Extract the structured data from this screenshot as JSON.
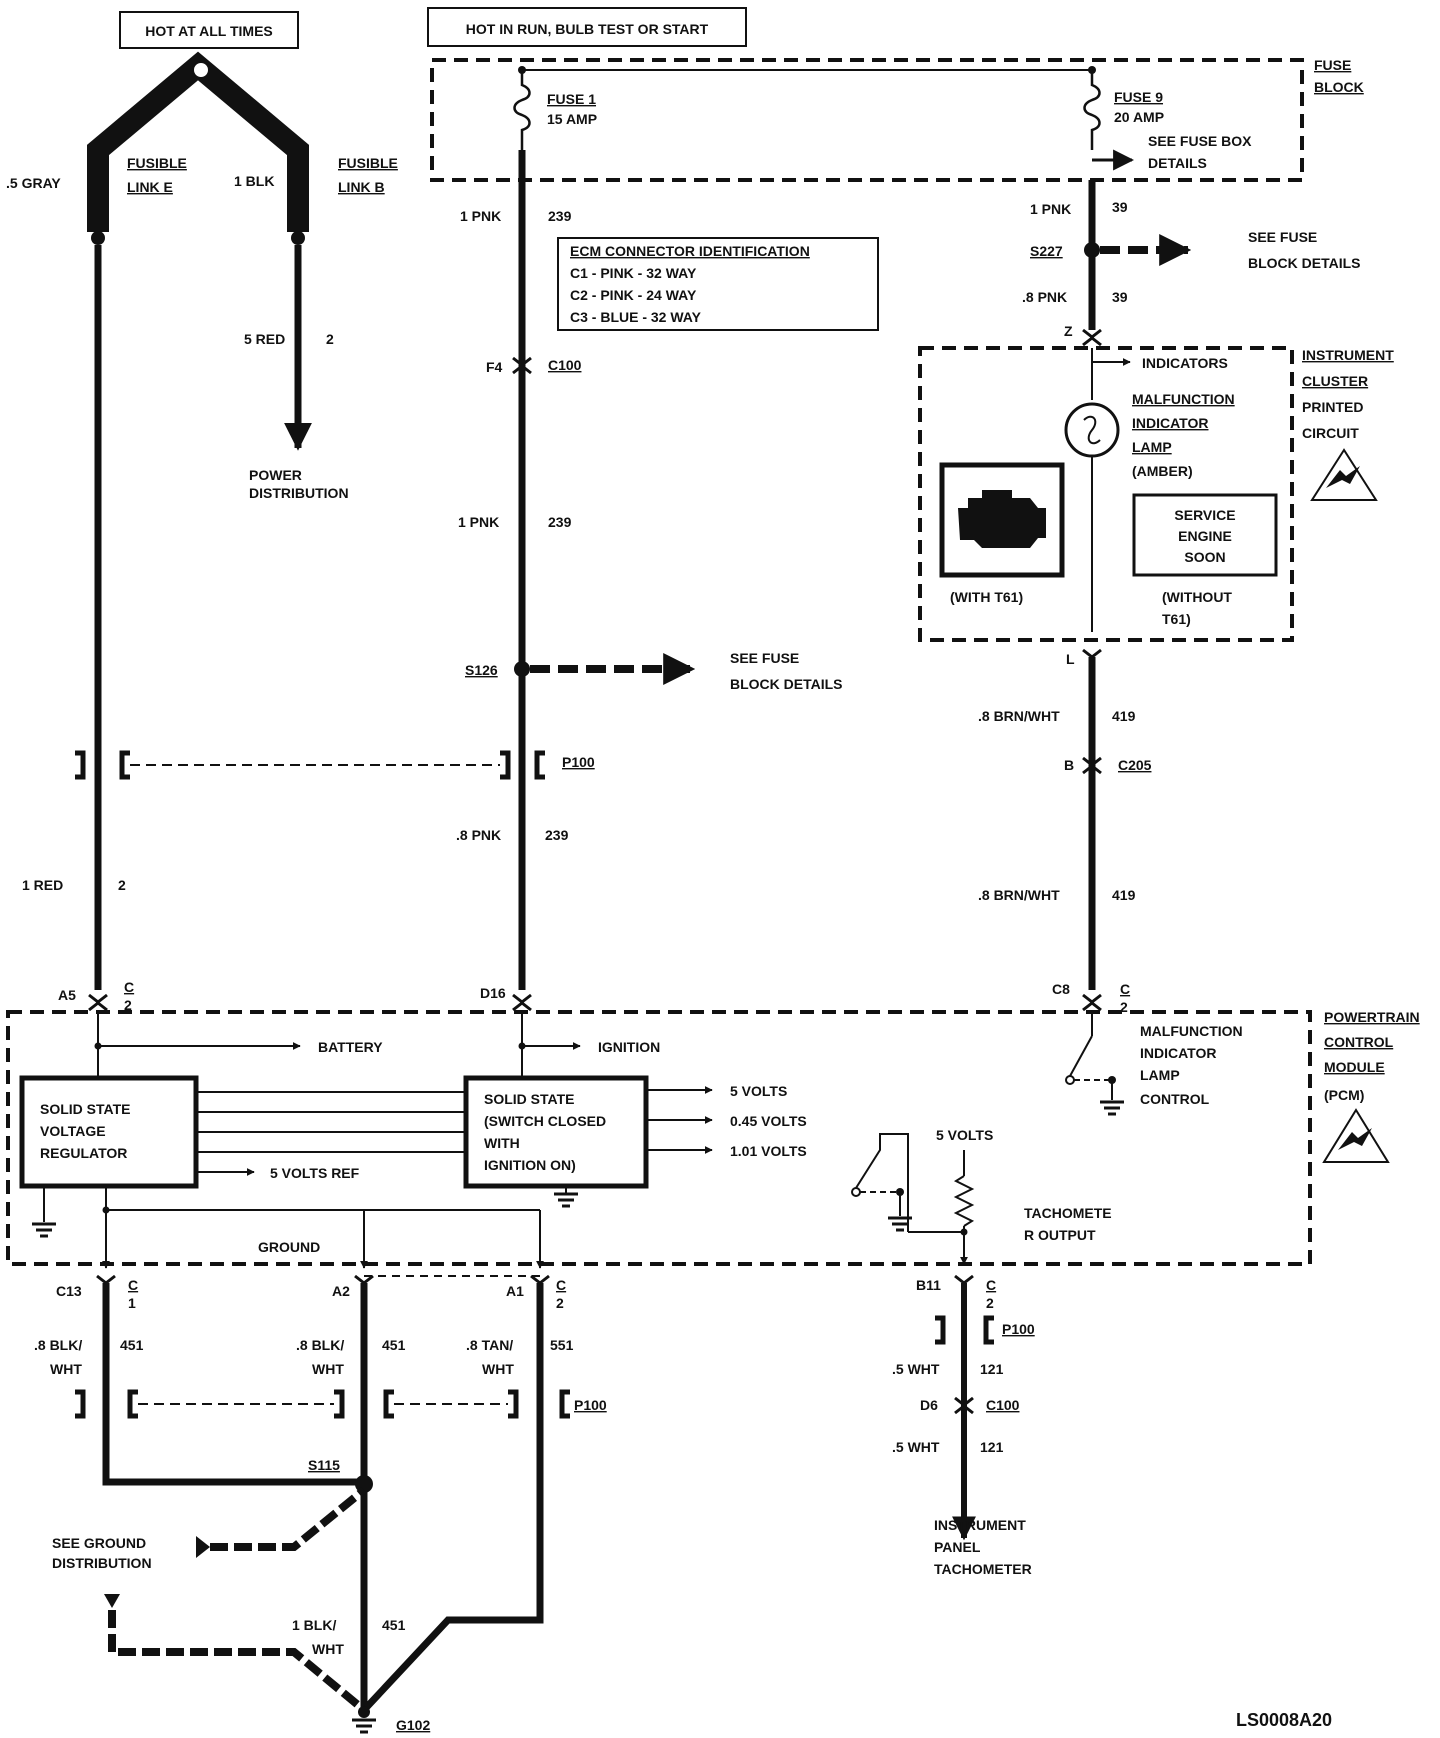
{
  "headers": {
    "hot_always": "HOT AT ALL TIMES",
    "hot_run": "HOT IN RUN, BULB TEST OR START"
  },
  "fuse_block": {
    "label1": "FUSE",
    "label2": "BLOCK",
    "fuse1_name": "FUSE 1",
    "fuse1_amp": "15 AMP",
    "fuse9_name": "FUSE 9",
    "fuse9_amp": "20 AMP",
    "details1": "SEE FUSE BOX",
    "details2": "DETAILS"
  },
  "fusible": {
    "e_wire": ".5 GRAY",
    "e_name1": "FUSIBLE",
    "e_name2": "LINK E",
    "b_wire": "1 BLK",
    "b_name1": "FUSIBLE",
    "b_name2": "LINK B"
  },
  "power": {
    "wire": "5 RED",
    "circuit": "2",
    "dest1": "POWER",
    "dest2": "DISTRIBUTION"
  },
  "ecm_box": {
    "title": "ECM CONNECTOR IDENTIFICATION",
    "c1": "C1 - PINK - 32 WAY",
    "c2": "C2 - PINK - 24 WAY",
    "c3": "C3 - BLUE - 32 WAY"
  },
  "wire_labels": {
    "w_1pnk_a": "1 PNK",
    "c_239_a": "239",
    "w_1pnk_b": "1 PNK",
    "c_239_b": "239",
    "w_8pnk": ".8 PNK",
    "c_239_c": "239",
    "w_1red": "1 RED",
    "c_2": "2",
    "w_1pnk_39": "1 PNK",
    "c_39_a": "39",
    "w_8pnk_39": ".8 PNK",
    "c_39_b": "39",
    "w_brn_a": ".8 BRN/WHT",
    "c_419_a": "419",
    "w_brn_b": ".8 BRN/WHT",
    "c_419_b": "419"
  },
  "connectors": {
    "f4": "F4",
    "c100": "C100",
    "s126": "S126",
    "s126_d1": "SEE FUSE",
    "s126_d2": "BLOCK DETAILS",
    "p100_top": "P100",
    "s227": "S227",
    "s227_d1": "SEE FUSE",
    "s227_d2": "BLOCK DETAILS",
    "z": "Z",
    "l": "L",
    "b": "B",
    "c205": "C205",
    "a5": "A5",
    "c2_a5": "C",
    "c2_a5n": "2",
    "d16": "D16",
    "c8": "C8",
    "c2_c8": "C",
    "c2_c8n": "2"
  },
  "cluster": {
    "indicators": "INDICATORS",
    "mil1": "MALFUNCTION",
    "mil2": "INDICATOR",
    "mil3": "LAMP",
    "mil4": "(AMBER)",
    "l1": "INSTRUMENT",
    "l2": "CLUSTER",
    "l3": "PRINTED",
    "l4": "CIRCUIT",
    "with": "(WITH T61)",
    "ses1": "SERVICE",
    "ses2": "ENGINE",
    "ses3": "SOON",
    "without1": "(WITHOUT",
    "without2": "T61)"
  },
  "pcm": {
    "battery": "BATTERY",
    "ignition": "IGNITION",
    "reg1": "SOLID STATE",
    "reg2": "VOLTAGE",
    "reg3": "REGULATOR",
    "ref": "5 VOLTS REF",
    "sw1": "SOLID STATE",
    "sw2": "(SWITCH CLOSED",
    "sw3": "WITH",
    "sw4": "IGNITION  ON)",
    "v5": "5 VOLTS",
    "v045": "0.45 VOLTS",
    "v101": "1.01 VOLTS",
    "ground": "GROUND",
    "mil1": "MALFUNCTION",
    "mil2": "INDICATOR",
    "mil3": "LAMP",
    "mil4": "CONTROL",
    "pull": "5 VOLTS",
    "tach1": "TACHOMETE",
    "tach2": "R OUTPUT",
    "l1": "POWERTRAIN",
    "l2": "CONTROL",
    "l3": "MODULE",
    "l4": "(PCM)"
  },
  "grounds": {
    "c13": "C13",
    "c1c": "C",
    "c1n": "1",
    "a2": "A2",
    "a1": "A1",
    "c2c": "C",
    "c2n": "2",
    "w1a": ".8 BLK/",
    "w1b": "WHT",
    "n1": "451",
    "w2a": ".8 BLK/",
    "w2b": "WHT",
    "n2": "451",
    "w3a": ".8 TAN/",
    "w3b": "WHT",
    "n3": "551",
    "p100": "P100",
    "s115": "S115",
    "gd1": "SEE GROUND",
    "gd2": "DISTRIBUTION",
    "w4a": "1  BLK/",
    "w4b": "WHT",
    "n4": "451",
    "g102": "G102"
  },
  "tach": {
    "b11": "B11",
    "c2c": "C",
    "c2n": "2",
    "p100": "P100",
    "w1": ".5 WHT",
    "n1": "121",
    "d6": "D6",
    "c100": "C100",
    "w2": ".5 WHT",
    "n2": "121",
    "d1": "INSTRUMENT",
    "d2": "PANEL",
    "d3": "TACHOMETER"
  },
  "diagram_id": "LS0008A20"
}
